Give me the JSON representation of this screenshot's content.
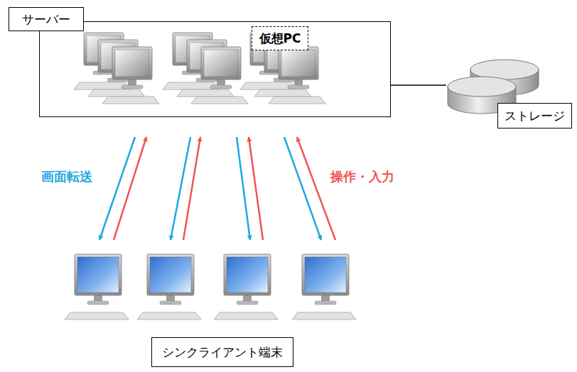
{
  "diagram": {
    "nodes": [
      {
        "text": [
          "サーバー"
        ]
      },
      {
        "text": [
          "仮想PC"
        ],
        "in": 0
      },
      {
        "text": [
          "ストレージ"
        ]
      },
      {
        "text": [
          "シンクライアント端末"
        ]
      }
    ],
    "edges": [
      {
        "from": 0,
        "to": 2,
        "arrow": "none"
      },
      {
        "from": 0,
        "to": 3,
        "arrow": "to",
        "label": "画面転送"
      },
      {
        "from": 3,
        "to": 0,
        "arrow": "to"
      },
      {
        "from": 0,
        "to": 3,
        "arrow": "to"
      },
      {
        "from": 3,
        "to": 0,
        "arrow": "to"
      },
      {
        "from": 0,
        "to": 3,
        "arrow": "to"
      },
      {
        "from": 3,
        "to": 0,
        "arrow": "to"
      },
      {
        "from": 0,
        "to": 3,
        "arrow": "to"
      },
      {
        "from": 3,
        "to": 0,
        "arrow": "to",
        "label": "操作・入力"
      }
    ]
  }
}
